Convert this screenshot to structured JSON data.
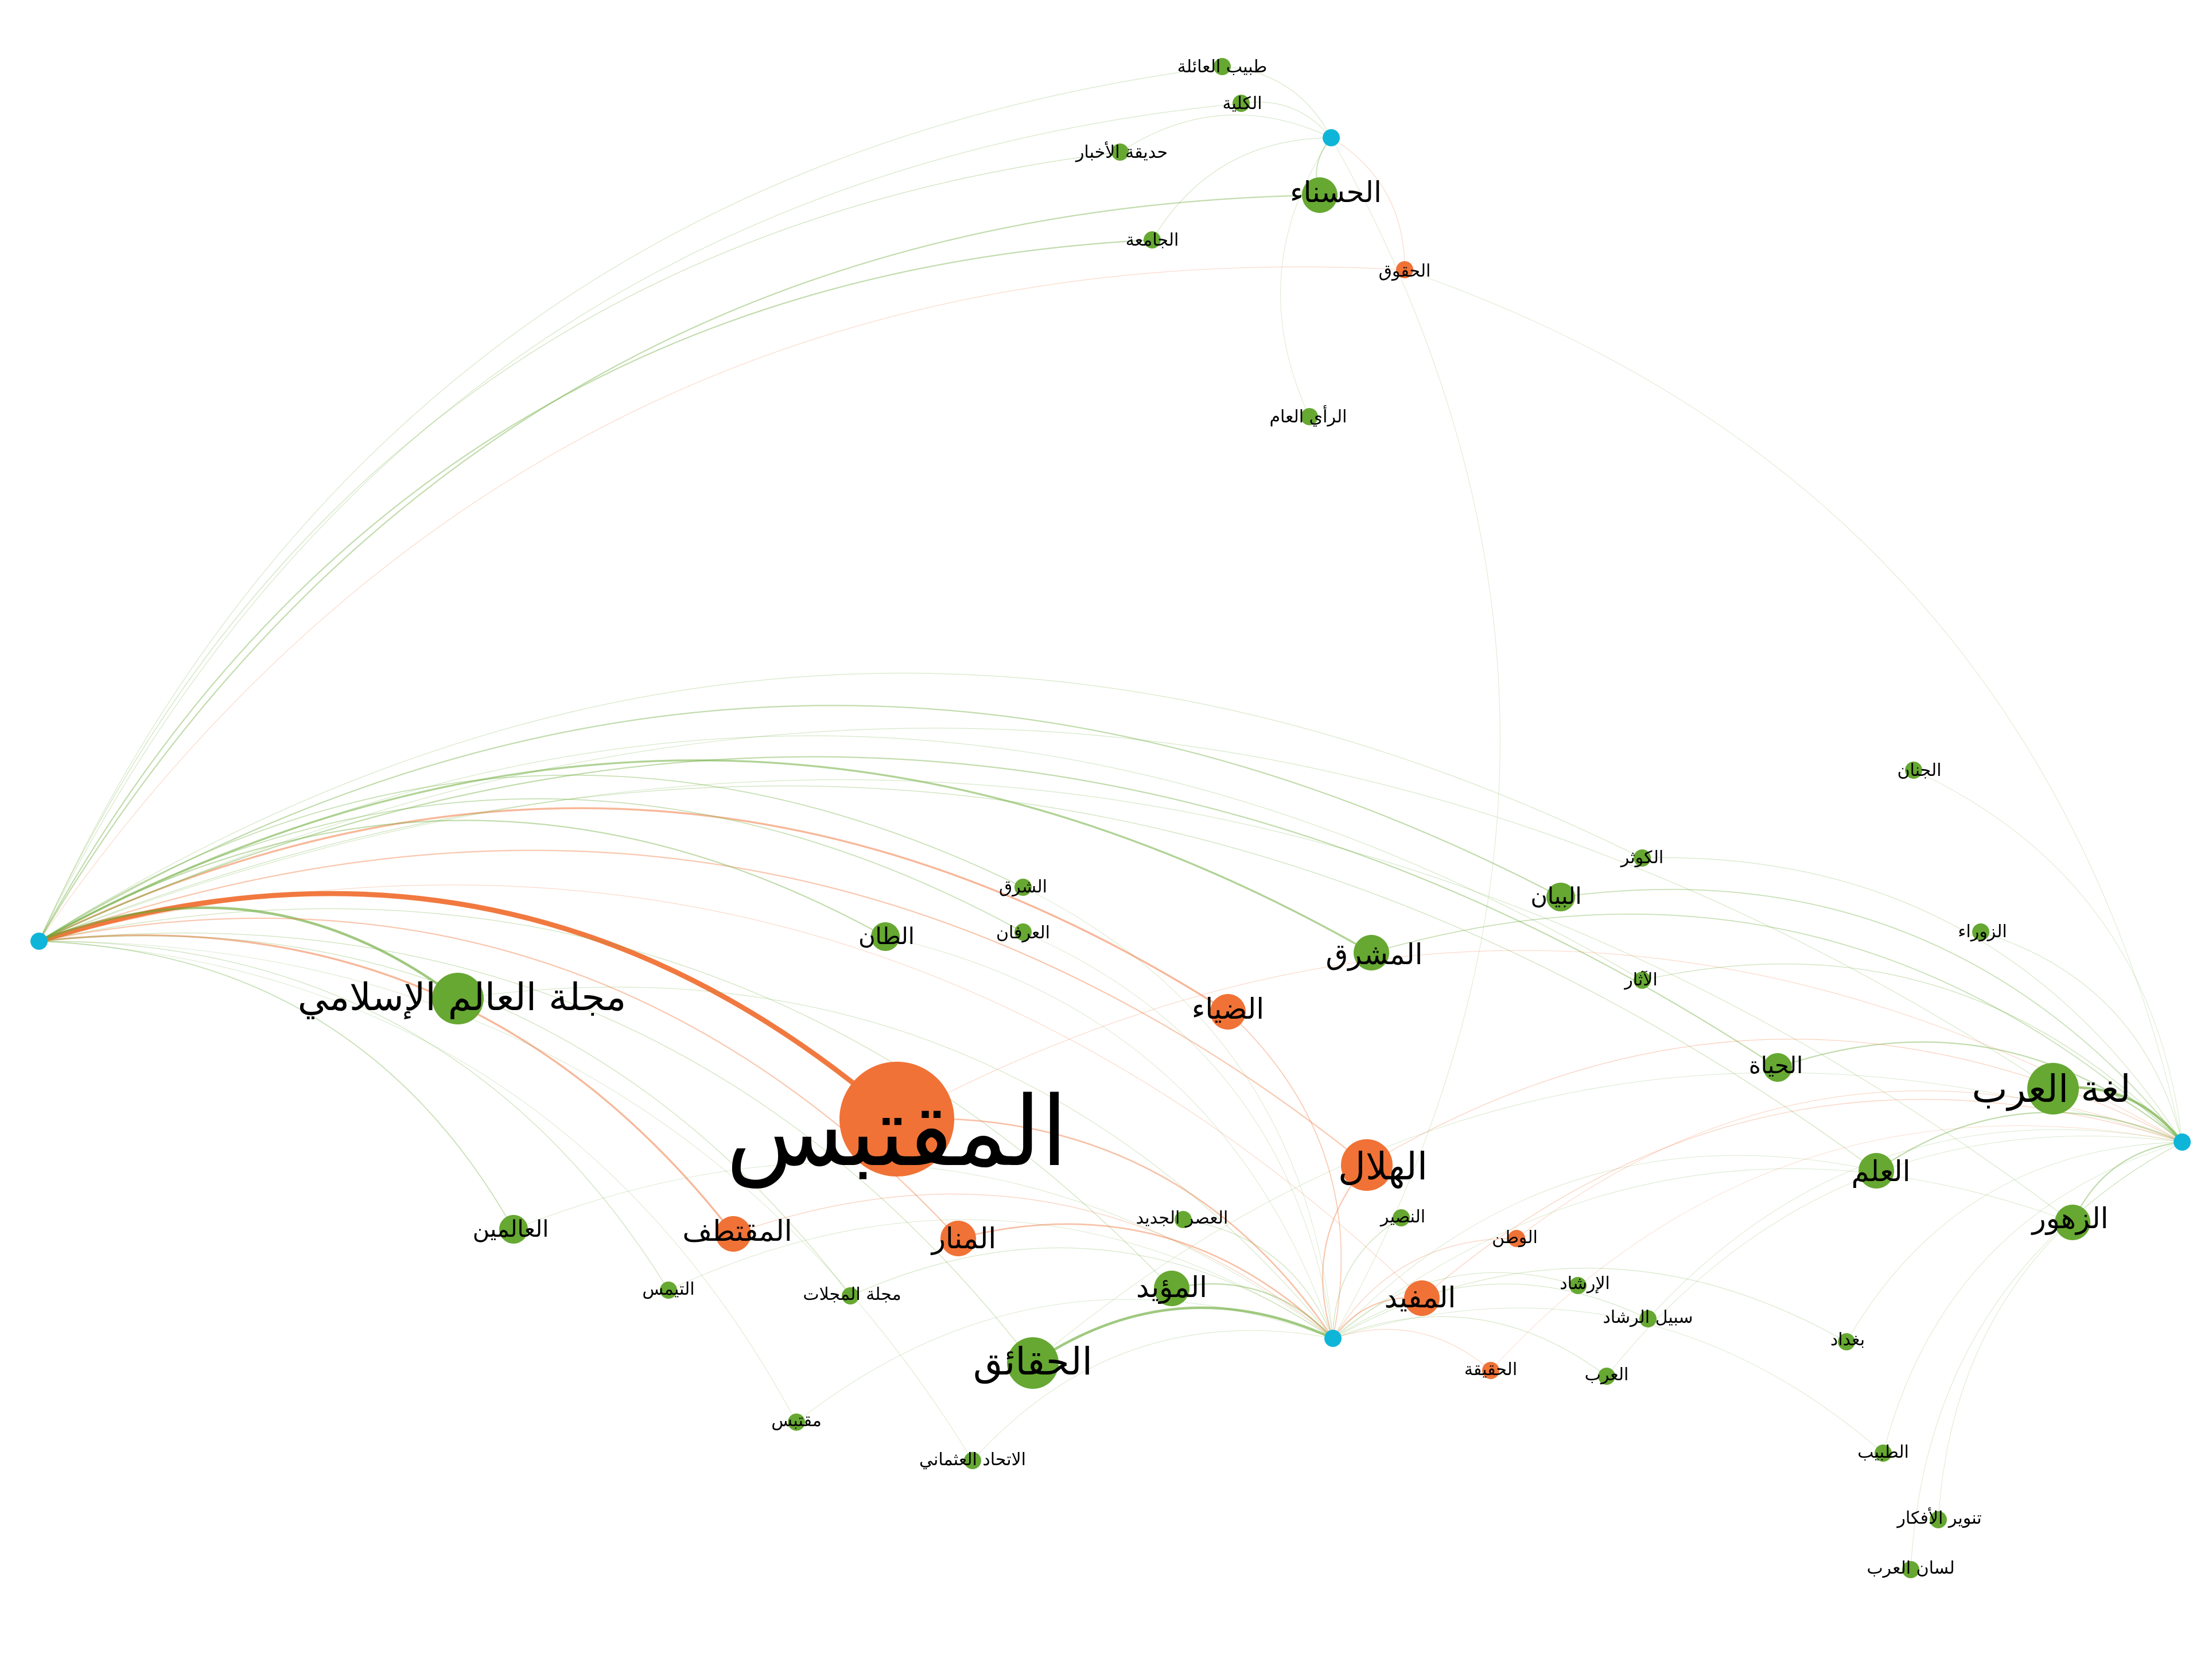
{
  "colors": {
    "background": "#ffffff",
    "orange": "#f07236",
    "green": "#66a832",
    "blue": "#0fb5d9",
    "text": "#000000"
  },
  "nodes": [
    {
      "id": "hub-left",
      "label": "",
      "color": "blue",
      "size": "s"
    },
    {
      "id": "hub-top",
      "label": "",
      "color": "blue",
      "size": "s"
    },
    {
      "id": "hub-right",
      "label": "",
      "color": "blue",
      "size": "s"
    },
    {
      "id": "hub-center",
      "label": "",
      "color": "blue",
      "size": "s"
    },
    {
      "id": "muqtabas",
      "label": "المقتبس",
      "color": "orange",
      "size": "xxl"
    },
    {
      "id": "alam-islami",
      "label": "مجلة العالم الإسلامي",
      "color": "green",
      "size": "l"
    },
    {
      "id": "lughat-arab",
      "label": "لغة العرب",
      "color": "green",
      "size": "l"
    },
    {
      "id": "hilal",
      "label": "الهلال",
      "color": "orange",
      "size": "l"
    },
    {
      "id": "haqaiq",
      "label": "الحقائق",
      "color": "green",
      "size": "l"
    },
    {
      "id": "mashriq",
      "label": "المشرق",
      "color": "green",
      "size": "m"
    },
    {
      "id": "manar",
      "label": "المنار",
      "color": "orange",
      "size": "m"
    },
    {
      "id": "muqtataf",
      "label": "المقتطف",
      "color": "orange",
      "size": "m"
    },
    {
      "id": "ilm",
      "label": "العلم",
      "color": "green",
      "size": "m"
    },
    {
      "id": "zuhur",
      "label": "الزهور",
      "color": "green",
      "size": "m"
    },
    {
      "id": "hasnaa",
      "label": "الحسناء",
      "color": "green",
      "size": "m"
    },
    {
      "id": "muayyad",
      "label": "المؤيد",
      "color": "green",
      "size": "m"
    },
    {
      "id": "mufid",
      "label": "المفيد",
      "color": "orange",
      "size": "m"
    },
    {
      "id": "diyaa",
      "label": "الضياء",
      "color": "orange",
      "size": "m"
    },
    {
      "id": "bayan",
      "label": "البيان",
      "color": "green",
      "size": "ms"
    },
    {
      "id": "hayat",
      "label": "الحياة",
      "color": "green",
      "size": "ms"
    },
    {
      "id": "tilan",
      "label": "الطان",
      "color": "green",
      "size": "ms"
    },
    {
      "id": "alamin",
      "label": "العالمين",
      "color": "green",
      "size": "ms"
    },
    {
      "id": "sharq",
      "label": "الشرق",
      "color": "green",
      "size": "s"
    },
    {
      "id": "irfan",
      "label": "العرفان",
      "color": "green",
      "size": "s"
    },
    {
      "id": "jamia",
      "label": "الجامعة",
      "color": "green",
      "size": "s"
    },
    {
      "id": "huquq",
      "label": "الحقوق",
      "color": "orange",
      "size": "s"
    },
    {
      "id": "hadiqat",
      "label": "حديقة الأخبار",
      "color": "green",
      "size": "s"
    },
    {
      "id": "tabib-aila",
      "label": "طبيب العائلة",
      "color": "green",
      "size": "s"
    },
    {
      "id": "kulliya",
      "label": "الكلية",
      "color": "green",
      "size": "s"
    },
    {
      "id": "rai-am",
      "label": "الرأي العام",
      "color": "green",
      "size": "s"
    },
    {
      "id": "jinan",
      "label": "الجنان",
      "color": "green",
      "size": "s"
    },
    {
      "id": "kawthar",
      "label": "الكوثر",
      "color": "green",
      "size": "s"
    },
    {
      "id": "zawraa",
      "label": "الزوراء",
      "color": "green",
      "size": "s"
    },
    {
      "id": "athar",
      "label": "الآثار",
      "color": "green",
      "size": "s"
    },
    {
      "id": "asr-jadid",
      "label": "العصر الجديد",
      "color": "green",
      "size": "s"
    },
    {
      "id": "nasir",
      "label": "النصير",
      "color": "green",
      "size": "s"
    },
    {
      "id": "watan",
      "label": "الوطن",
      "color": "orange",
      "size": "s"
    },
    {
      "id": "irshad",
      "label": "الإرشاد",
      "color": "green",
      "size": "s"
    },
    {
      "id": "sabil",
      "label": "سبيل الرشاد",
      "color": "green",
      "size": "s"
    },
    {
      "id": "baghdad",
      "label": "بغداد",
      "color": "green",
      "size": "s"
    },
    {
      "id": "haqiqa",
      "label": "الحقيقة",
      "color": "orange",
      "size": "s"
    },
    {
      "id": "arab",
      "label": "العرب",
      "color": "green",
      "size": "s"
    },
    {
      "id": "tibb",
      "label": "الطبيب",
      "color": "green",
      "size": "s"
    },
    {
      "id": "tanwir",
      "label": "تنوير الأفكار",
      "color": "green",
      "size": "s"
    },
    {
      "id": "lisan-arab",
      "label": "لسان العرب",
      "color": "green",
      "size": "s"
    },
    {
      "id": "taymis",
      "label": "التيمس",
      "color": "green",
      "size": "s"
    },
    {
      "id": "majallat",
      "label": "مجلة المجلات",
      "color": "green",
      "size": "s"
    },
    {
      "id": "muqtabas-small",
      "label": "مقتبس",
      "color": "green",
      "size": "s"
    },
    {
      "id": "ittihad",
      "label": "الاتحاد العثماني",
      "color": "green",
      "size": "s"
    }
  ],
  "edges": [
    {
      "source": "hub-left",
      "target": "muqtabas",
      "color": "orange",
      "weight": 4
    },
    {
      "source": "hub-left",
      "target": "alam-islami",
      "color": "green",
      "weight": 2
    },
    {
      "source": "hub-left",
      "target": "muqtataf",
      "color": "orange",
      "weight": 1.5
    },
    {
      "source": "hub-left",
      "target": "diyaa",
      "color": "orange",
      "weight": 1.5
    },
    {
      "source": "hub-left",
      "target": "hilal",
      "color": "orange",
      "weight": 1
    },
    {
      "source": "hub-left",
      "target": "manar",
      "color": "orange",
      "weight": 1
    },
    {
      "source": "hub-left",
      "target": "mashriq",
      "color": "green",
      "weight": 1.5
    },
    {
      "source": "hub-left",
      "target": "bayan",
      "color": "green",
      "weight": 1
    },
    {
      "source": "hub-left",
      "target": "hayat",
      "color": "green",
      "weight": 1
    },
    {
      "source": "hub-left",
      "target": "tilan",
      "color": "green",
      "weight": 1
    },
    {
      "source": "hub-left",
      "target": "sharq",
      "color": "green",
      "weight": 0.8
    },
    {
      "source": "hub-left",
      "target": "irfan",
      "color": "green",
      "weight": 0.8
    },
    {
      "source": "hub-left",
      "target": "hasnaa",
      "color": "green",
      "weight": 1
    },
    {
      "source": "hub-left",
      "target": "jamia",
      "color": "green",
      "weight": 1
    },
    {
      "source": "hub-left",
      "target": "hadiqat",
      "color": "green",
      "weight": 0.6
    },
    {
      "source": "hub-left",
      "target": "kulliya",
      "color": "green",
      "weight": 0.5
    },
    {
      "source": "hub-left",
      "target": "tabib-aila",
      "color": "green",
      "weight": 0.5
    },
    {
      "source": "hub-left",
      "target": "huquq",
      "color": "orange",
      "weight": 0.5
    },
    {
      "source": "hub-left",
      "target": "alamin",
      "color": "green",
      "weight": 0.8
    },
    {
      "source": "hub-left",
      "target": "taymis",
      "color": "green",
      "weight": 0.6
    },
    {
      "source": "hub-left",
      "target": "majallat",
      "color": "green",
      "weight": 0.6
    },
    {
      "source": "hub-left",
      "target": "muayyad",
      "color": "green",
      "weight": 0.6
    },
    {
      "source": "hub-left",
      "target": "haqaiq",
      "color": "green",
      "weight": 0.6
    },
    {
      "source": "hub-left",
      "target": "ilm",
      "color": "green",
      "weight": 0.6
    },
    {
      "source": "hub-left",
      "target": "lughat-arab",
      "color": "green",
      "weight": 0.5
    },
    {
      "source": "hub-left",
      "target": "zuhur",
      "color": "green",
      "weight": 0.5
    },
    {
      "source": "hub-left",
      "target": "athar",
      "color": "green",
      "weight": 0.5
    },
    {
      "source": "hub-left",
      "target": "kawthar",
      "color": "green",
      "weight": 0.5
    },
    {
      "source": "hub-left",
      "target": "mufid",
      "color": "orange",
      "weight": 0.5
    },
    {
      "source": "hub-left",
      "target": "ittihad",
      "color": "green",
      "weight": 0.4
    },
    {
      "source": "hub-left",
      "target": "muqtabas-small",
      "color": "green",
      "weight": 0.4
    },
    {
      "source": "hub-top",
      "target": "hasnaa",
      "color": "green",
      "weight": 0.8
    },
    {
      "source": "hub-top",
      "target": "kulliya",
      "color": "green",
      "weight": 0.5
    },
    {
      "source": "hub-top",
      "target": "tabib-aila",
      "color": "green",
      "weight": 0.5
    },
    {
      "source": "hub-top",
      "target": "hadiqat",
      "color": "green",
      "weight": 0.5
    },
    {
      "source": "hub-top",
      "target": "huquq",
      "color": "orange",
      "weight": 0.5
    },
    {
      "source": "hub-top",
      "target": "jamia",
      "color": "green",
      "weight": 0.5
    },
    {
      "source": "hub-top",
      "target": "rai-am",
      "color": "green",
      "weight": 0.4
    },
    {
      "source": "hub-top",
      "target": "hub-center",
      "color": "green",
      "weight": 0.4
    },
    {
      "source": "huquq",
      "target": "hub-right",
      "color": "green",
      "weight": 0.4
    },
    {
      "source": "hub-right",
      "target": "lughat-arab",
      "color": "green",
      "weight": 2
    },
    {
      "source": "hub-right",
      "target": "ilm",
      "color": "green",
      "weight": 1
    },
    {
      "source": "hub-right",
      "target": "zuhur",
      "color": "green",
      "weight": 1
    },
    {
      "source": "hub-right",
      "target": "hayat",
      "color": "green",
      "weight": 1
    },
    {
      "source": "hub-right",
      "target": "mashriq",
      "color": "green",
      "weight": 0.8
    },
    {
      "source": "hub-right",
      "target": "bayan",
      "color": "green",
      "weight": 0.8
    },
    {
      "source": "hub-right",
      "target": "athar",
      "color": "green",
      "weight": 0.6
    },
    {
      "source": "hub-right",
      "target": "kawthar",
      "color": "green",
      "weight": 0.5
    },
    {
      "source": "hub-right",
      "target": "zawraa",
      "color": "green",
      "weight": 0.5
    },
    {
      "source": "hub-right",
      "target": "jinan",
      "color": "green",
      "weight": 0.4
    },
    {
      "source": "hub-right",
      "target": "hilal",
      "color": "orange",
      "weight": 0.6
    },
    {
      "source": "hub-right",
      "target": "mufid",
      "color": "orange",
      "weight": 0.6
    },
    {
      "source": "hub-right",
      "target": "watan",
      "color": "orange",
      "weight": 0.5
    },
    {
      "source": "hub-right",
      "target": "muqtabas",
      "color": "orange",
      "weight": 0.5
    },
    {
      "source": "hub-right",
      "target": "haqiqa",
      "color": "orange",
      "weight": 0.4
    },
    {
      "source": "hub-right",
      "target": "baghdad",
      "color": "green",
      "weight": 0.4
    },
    {
      "source": "hub-right",
      "target": "arab",
      "color": "green",
      "weight": 0.4
    },
    {
      "source": "hub-right",
      "target": "sabil",
      "color": "green",
      "weight": 0.4
    },
    {
      "source": "hub-right",
      "target": "tibb",
      "color": "green",
      "weight": 0.4
    },
    {
      "source": "hub-right",
      "target": "tanwir",
      "color": "green",
      "weight": 0.4
    },
    {
      "source": "hub-right",
      "target": "lisan-arab",
      "color": "green",
      "weight": 0.4
    },
    {
      "source": "hub-right",
      "target": "haqaiq",
      "color": "green",
      "weight": 0.4
    },
    {
      "source": "hub-center",
      "target": "haqaiq",
      "color": "green",
      "weight": 2
    },
    {
      "source": "hub-center",
      "target": "muqtabas",
      "color": "orange",
      "weight": 1.2
    },
    {
      "source": "hub-center",
      "target": "manar",
      "color": "orange",
      "weight": 1.2
    },
    {
      "source": "hub-center",
      "target": "muayyad",
      "color": "green",
      "weight": 1
    },
    {
      "source": "hub-center",
      "target": "hilal",
      "color": "orange",
      "weight": 1
    },
    {
      "source": "hub-center",
      "target": "mufid",
      "color": "orange",
      "weight": 1
    },
    {
      "source": "hub-center",
      "target": "diyaa",
      "color": "orange",
      "weight": 0.8
    },
    {
      "source": "hub-center",
      "target": "asr-jadid",
      "color": "green",
      "weight": 0.6
    },
    {
      "source": "hub-center",
      "target": "nasir",
      "color": "green",
      "weight": 0.6
    },
    {
      "source": "hub-center",
      "target": "watan",
      "color": "orange",
      "weight": 0.6
    },
    {
      "source": "hub-center",
      "target": "irshad",
      "color": "green",
      "weight": 0.5
    },
    {
      "source": "hub-center",
      "target": "sabil",
      "color": "green",
      "weight": 0.5
    },
    {
      "source": "hub-center",
      "target": "haqiqa",
      "color": "orange",
      "weight": 0.5
    },
    {
      "source": "hub-center",
      "target": "arab",
      "color": "green",
      "weight": 0.5
    },
    {
      "source": "hub-center",
      "target": "baghdad",
      "color": "green",
      "weight": 0.5
    },
    {
      "source": "hub-center",
      "target": "majallat",
      "color": "green",
      "weight": 0.5
    },
    {
      "source": "hub-center",
      "target": "taymis",
      "color": "green",
      "weight": 0.4
    },
    {
      "source": "hub-center",
      "target": "ittihad",
      "color": "green",
      "weight": 0.4
    },
    {
      "source": "hub-center",
      "target": "muqtabas-small",
      "color": "green",
      "weight": 0.4
    },
    {
      "source": "hub-center",
      "target": "alamin",
      "color": "green",
      "weight": 0.4
    },
    {
      "source": "hub-center",
      "target": "sharq",
      "color": "green",
      "weight": 0.4
    },
    {
      "source": "hub-center",
      "target": "irfan",
      "color": "green",
      "weight": 0.4
    },
    {
      "source": "hub-center",
      "target": "tilan",
      "color": "green",
      "weight": 0.4
    },
    {
      "source": "hub-center",
      "target": "alam-islami",
      "color": "green",
      "weight": 0.5
    },
    {
      "source": "hub-center",
      "target": "muqtataf",
      "color": "orange",
      "weight": 0.6
    },
    {
      "source": "hub-center",
      "target": "ilm",
      "color": "green",
      "weight": 0.4
    },
    {
      "source": "hub-center",
      "target": "zuhur",
      "color": "green",
      "weight": 0.4
    },
    {
      "source": "hub-center",
      "target": "tibb",
      "color": "green",
      "weight": 0.4
    }
  ]
}
